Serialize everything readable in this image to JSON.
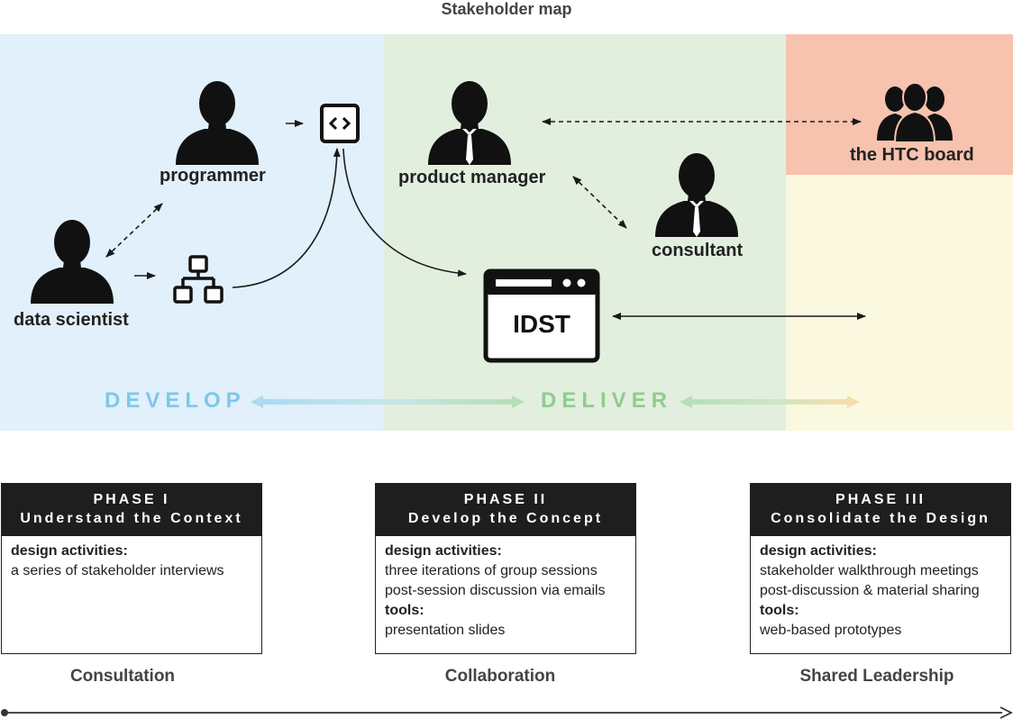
{
  "title": "Stakeholder map",
  "zones": [
    {
      "name": "develop",
      "color": "#e1f0fa"
    },
    {
      "name": "deliver",
      "color": "#e2efde"
    },
    {
      "name": "board",
      "color": "#f7c3ae"
    },
    {
      "name": "shared",
      "color": "#fbf8e0"
    }
  ],
  "stakeholders": {
    "programmer": "programmer",
    "data_scientist": "data scientist",
    "product_manager": "product manager",
    "consultant": "consultant",
    "board": "the HTC board"
  },
  "artifact": "IDST",
  "stage_labels": {
    "develop": "DEVELOP",
    "deliver": "DELIVER",
    "develop_color": "#7fc7ea",
    "deliver_color": "#8fcc8e"
  },
  "phases": [
    {
      "number": "PHASE I",
      "name": "Understand the Context",
      "design_label": "design activities:",
      "activities": [
        "a series of stakeholder interviews"
      ],
      "tools_label": "",
      "tools": []
    },
    {
      "number": "PHASE II",
      "name": "Develop the Concept",
      "design_label": "design activities:",
      "activities": [
        "three iterations of group sessions",
        "post-session discussion via emails"
      ],
      "tools_label": "tools:",
      "tools": [
        "presentation slides"
      ]
    },
    {
      "number": "PHASE III",
      "name": "Consolidate the Design",
      "design_label": "design activities:",
      "activities": [
        "stakeholder walkthrough meetings",
        "post-discussion & material sharing"
      ],
      "tools_label": "tools:",
      "tools": [
        "web-based prototypes"
      ]
    }
  ],
  "modes": [
    "Consultation",
    "Collaboration",
    "Shared Leadership"
  ],
  "icons": [
    "person-icon",
    "group-icon",
    "code-icon",
    "network-icon",
    "browser-window-icon"
  ]
}
